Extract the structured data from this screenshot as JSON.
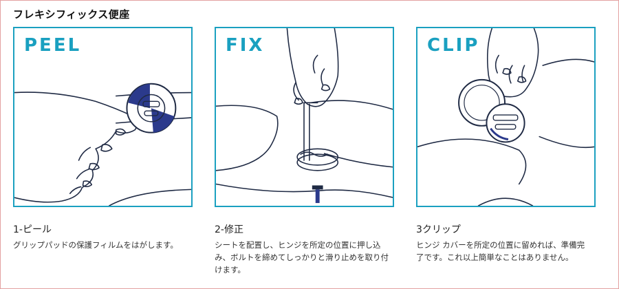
{
  "page_title": "フレキシフィックス便座",
  "steps": [
    {
      "heading": "PEEL",
      "title": "1-ピール",
      "description": "グリップパッドの保護フィルムをはがします。"
    },
    {
      "heading": "FIX",
      "title": "2-修正",
      "description": "シートを配置し、ヒンジを所定の位置に押し込み、ボルトを締めてしっかりと滑り止めを取り付けます。"
    },
    {
      "heading": "CLIP",
      "title": "3クリップ",
      "description": "ヒンジ カバーを所定の位置に留めれば、準備完了です。これ以上簡単なことはありません。"
    }
  ],
  "colors": {
    "accent": "#1aa0c0",
    "line_art": "#1f2a44",
    "hinge_fill": "#2b3a8c"
  }
}
